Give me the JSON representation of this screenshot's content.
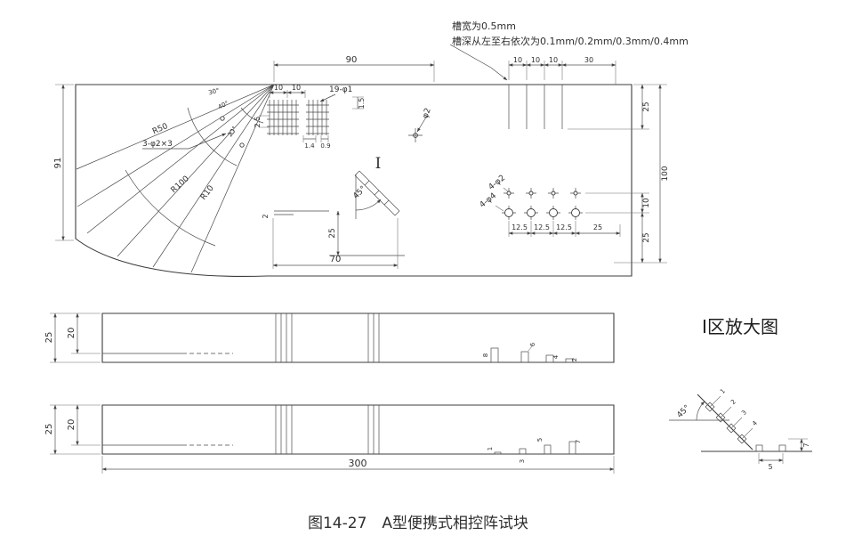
{
  "notes": {
    "slot_width": "槽宽为0.5mm",
    "slot_depth": "槽深从左至右依次为0.1mm/0.2mm/0.3mm/0.4mm"
  },
  "plan": {
    "dim_top": "90",
    "dim_left": "91",
    "slot_dims": [
      "10",
      "10",
      "10",
      "30"
    ],
    "r50": "R50",
    "r100": "R100",
    "r10": "R10",
    "holes3": "3-φ2×3",
    "angles": [
      "30°",
      "40°",
      "20°"
    ],
    "grid": {
      "d10a": "10",
      "d10b": "10",
      "label": "19-φ1",
      "d15": "1.5",
      "d25": "2.5",
      "d14": "1.4",
      "d09": "0.9"
    },
    "zone": "I",
    "a45": "45°",
    "d2": "2",
    "d25": "25",
    "d70": "70",
    "phi2": "φ2",
    "h4_phi2": "4-φ2",
    "h4_phi4": "4-φ4",
    "h4_dims": [
      "12.5",
      "12.5",
      "12.5",
      "25"
    ],
    "right_dims": {
      "top25": "25",
      "h100": "100",
      "d10": "10",
      "bot25": "25"
    }
  },
  "elev1": {
    "d25": "25",
    "d20": "20",
    "notches": [
      "8",
      "6",
      "4",
      "2"
    ]
  },
  "elev2": {
    "d25": "25",
    "d20": "20",
    "notches": [
      "1",
      "3",
      "5",
      "7"
    ],
    "total": "300"
  },
  "detail": {
    "title": "I区放大图",
    "a45": "45°",
    "slots": [
      "1",
      "2",
      "3",
      "4"
    ],
    "d5": "5",
    "d7": "7"
  },
  "caption": {
    "text": "图14-27　A型便携式相控阵试块"
  },
  "colors": {
    "caption": "#1e6bb0",
    "line": "#3c3c3c"
  }
}
